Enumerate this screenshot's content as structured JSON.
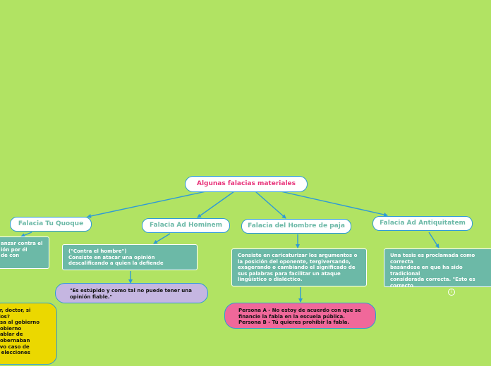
{
  "colors": {
    "background": "#b1e363",
    "connector": "#2e9ad6",
    "title_text": "#e8337a",
    "topic_text": "#6cb9a7"
  },
  "central": {
    "title": "Algunas falacias materiales"
  },
  "topics": [
    {
      "id": "tu-quoque",
      "label": "Falacia Tu Quoque"
    },
    {
      "id": "ad-hominem",
      "label": "Falacia Ad Hominem"
    },
    {
      "id": "hombre-de-paja",
      "label": "Falacia del Hombre de paja"
    },
    {
      "id": "ad-antiquitatem",
      "label": "Falacia Ad Antiquitatem"
    }
  ],
  "details": {
    "tu_quoque": "anzar contra el\nión por él\nde con",
    "ad_hominem": "(\"Contra el hombre\")\nConsiste en atacar una opinión\ndescalificando a quien la defiende",
    "ad_hominem_example": "\"Es estúpido y como tal no puede tener una\nopinión fiable.\"",
    "hombre_de_paja": "Consiste en caricaturizar los argumentos o\nla posición del oponente, tergiversando,\nexagerando o cambiando el significado de\nsus palabras para facilitar un ataque\nlingüístico o dialéctico.",
    "hombre_de_paja_example": "Persona A - No estoy de acuerdo con que se\nfinancie la fabla en la escuela pública.\nPersona B - Tú quieres prohibir la fabla.",
    "ad_antiquitatem": "Una tesis es proclamada como correcta\nbasándose en que ha sido tradicional\nconsiderada correcta. \"Esto es correcto\nporque siempre se ha hecho de esta\nmanera\".",
    "tu_quoque_example": "ar, doctor, si\nrios?\nusa al gobierno\ngobierno\nhablar de\ngobernaban\nevo caso de\ns elecciones"
  },
  "icons": {
    "info": "info-circle-icon"
  },
  "info_glyph": "i"
}
